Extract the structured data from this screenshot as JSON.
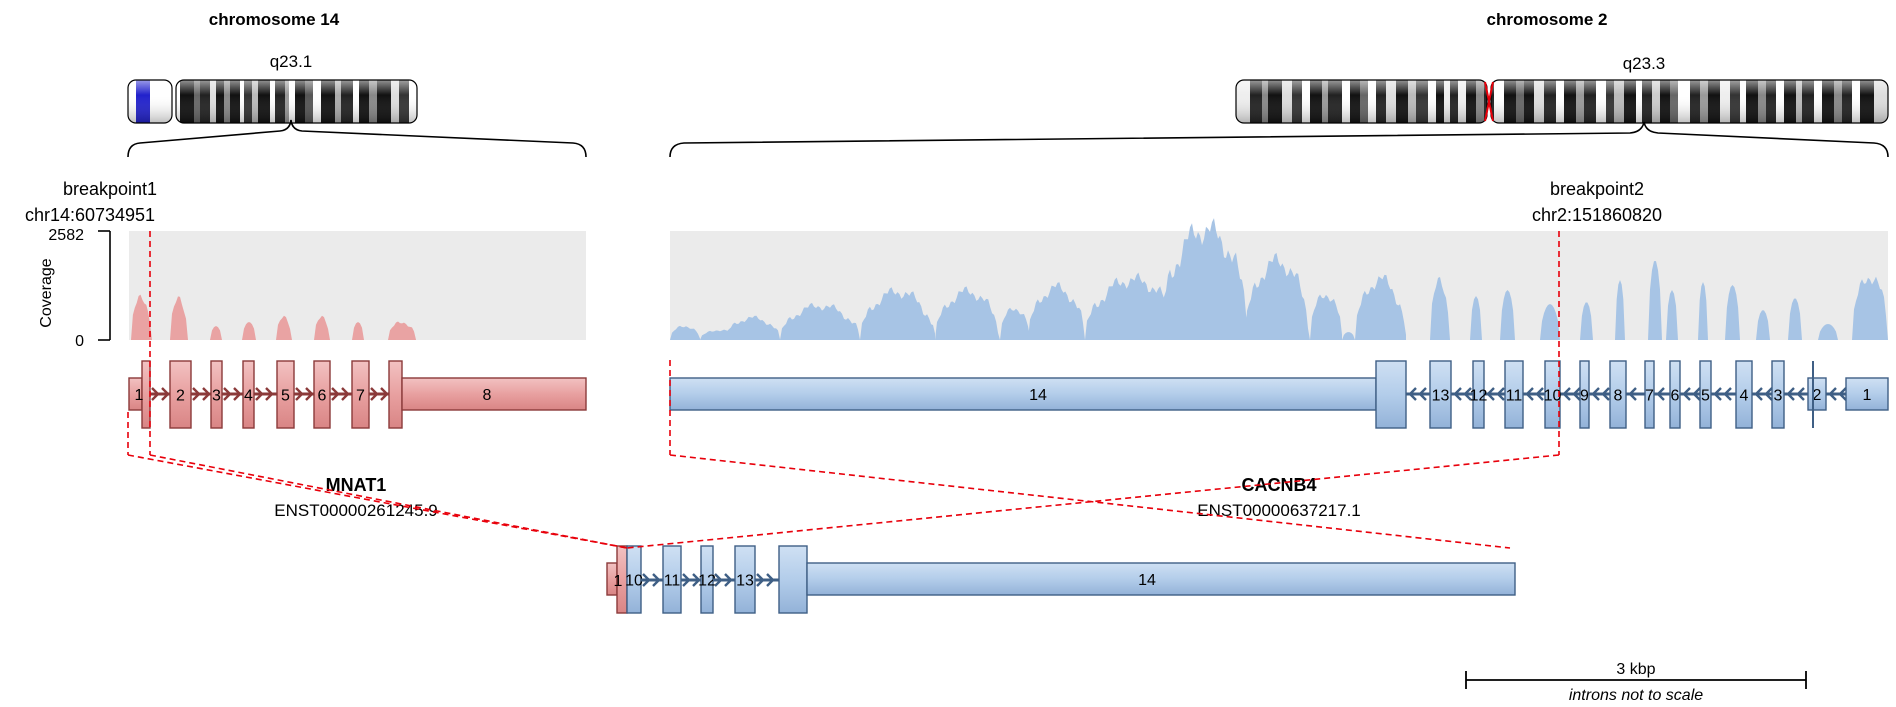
{
  "left": {
    "chrom_title": "chromosome 14",
    "band": "q23.1",
    "breakpoint_label": "breakpoint1",
    "breakpoint_pos": "chr14:60734951",
    "gene": "MNAT1",
    "transcript": "ENST00000261245.9",
    "exon_labels": [
      "1",
      "2",
      "3",
      "4",
      "5",
      "6",
      "7",
      "8"
    ],
    "color": "#e7a0a0",
    "stroke": "#8b3a3a"
  },
  "right": {
    "chrom_title": "chromosome 2",
    "band": "q23.3",
    "breakpoint_label": "breakpoint2",
    "breakpoint_pos": "chr2:151860820",
    "gene": "CACNB4",
    "transcript": "ENST00000637217.1",
    "exon_labels": [
      "14",
      "13",
      "12",
      "11",
      "10",
      "9",
      "8",
      "7",
      "6",
      "5",
      "4",
      "3",
      "2",
      "1"
    ],
    "color": "#a7c4e5",
    "stroke": "#3f5f85"
  },
  "coverage": {
    "axis_label": "Coverage",
    "max_tick": "2582",
    "min_tick": "0"
  },
  "fusion": {
    "exon_labels": [
      "1",
      "10",
      "11",
      "12",
      "13",
      "14"
    ]
  },
  "scale": {
    "label": "3 kbp",
    "note": "introns not to scale"
  }
}
